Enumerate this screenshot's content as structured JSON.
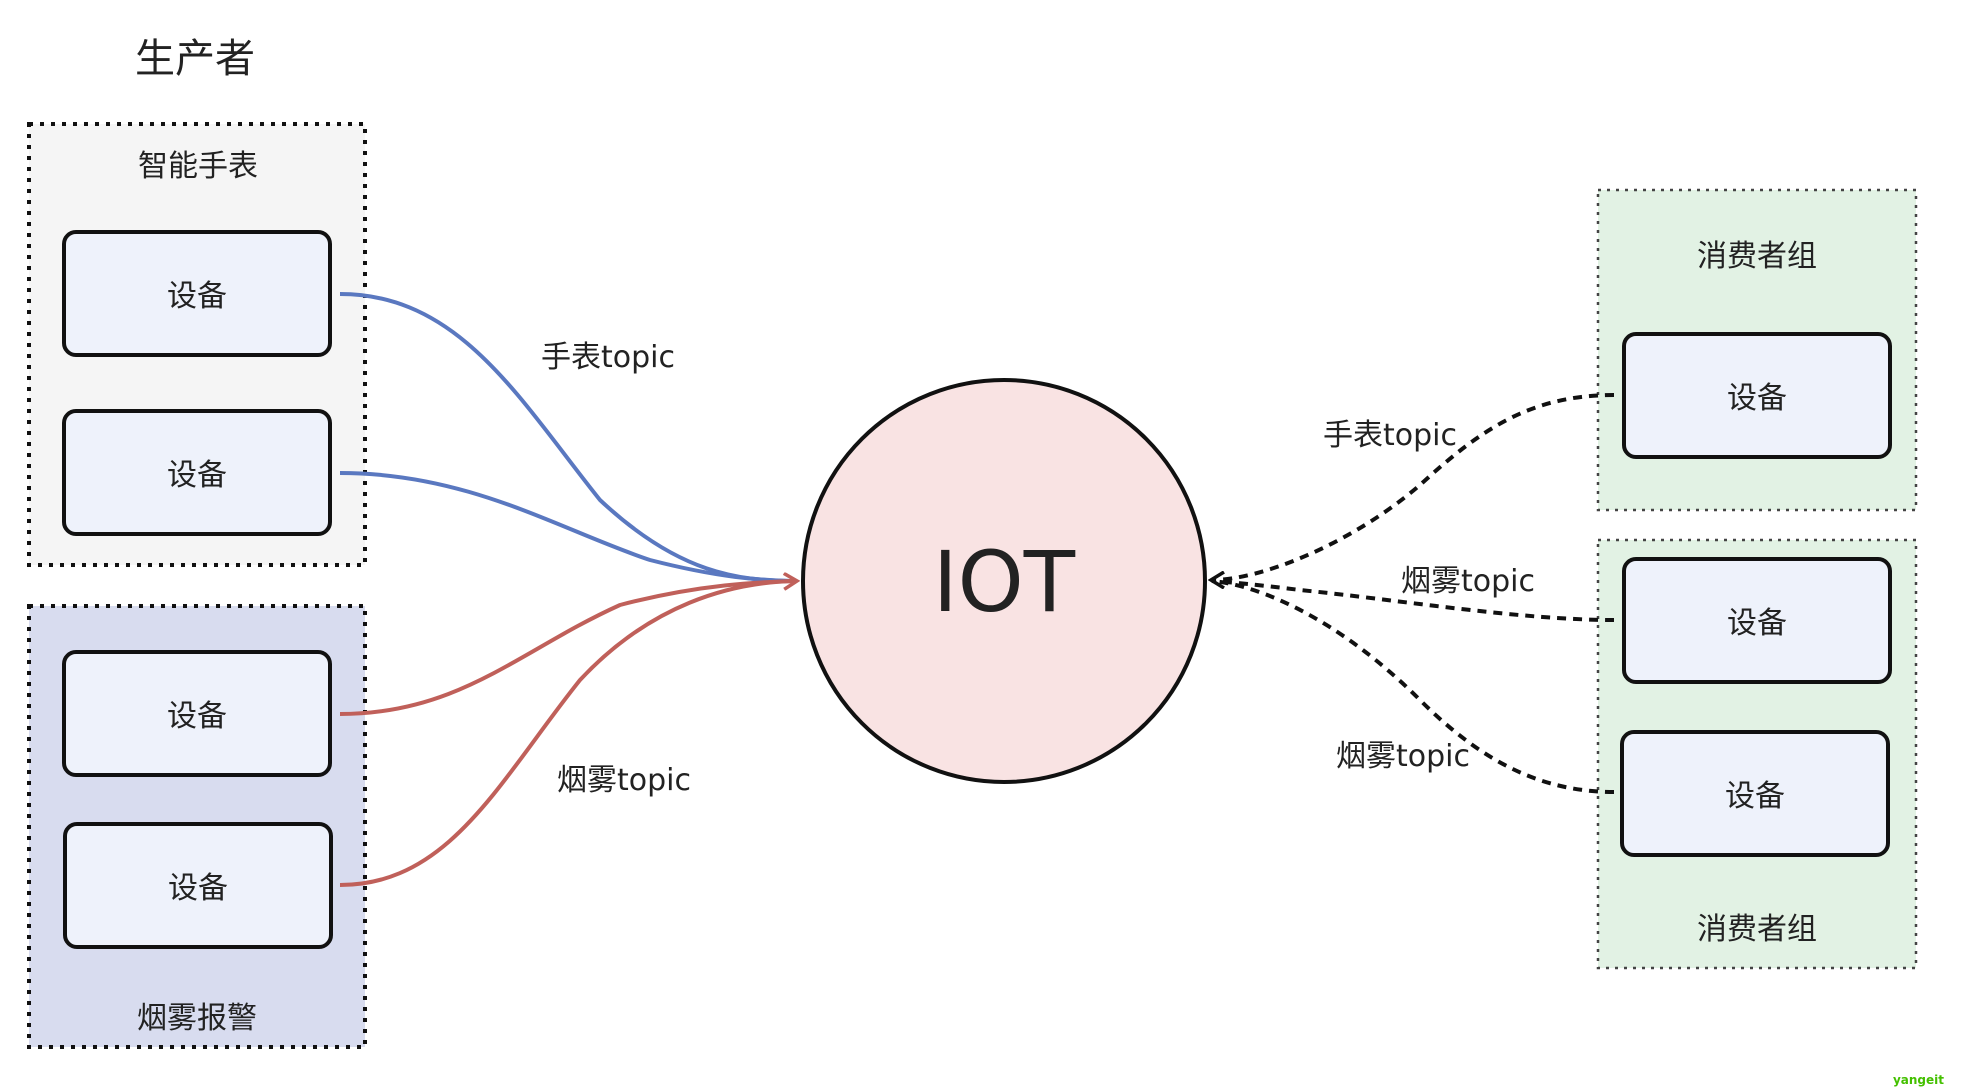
{
  "title": "生产者",
  "center": {
    "label": "IOT",
    "fill": "#f9e3e3"
  },
  "producer_groups": [
    {
      "label": "智能手表",
      "fill": "#f5f5f5",
      "devices": [
        "设备",
        "设备"
      ]
    },
    {
      "label": "烟雾报警",
      "fill": "#d8dcef",
      "devices": [
        "设备",
        "设备"
      ]
    }
  ],
  "consumer_groups": [
    {
      "label": "消费者组",
      "fill": "#e2f2e4",
      "devices": [
        "设备"
      ]
    },
    {
      "label": "消费者组",
      "fill": "#e2f2e4",
      "devices": [
        "设备",
        "设备"
      ]
    }
  ],
  "edges": {
    "watch_in": {
      "label": "手表topic",
      "color": "#5a78c0"
    },
    "smoke_in": {
      "label": "烟雾topic",
      "color": "#c0605a"
    },
    "watch_out": {
      "label": "手表topic"
    },
    "smoke_out_1": {
      "label": "烟雾topic"
    },
    "smoke_out_2": {
      "label": "烟雾topic"
    }
  },
  "device_fill": "#eef2fb",
  "watermark": "yangeit"
}
